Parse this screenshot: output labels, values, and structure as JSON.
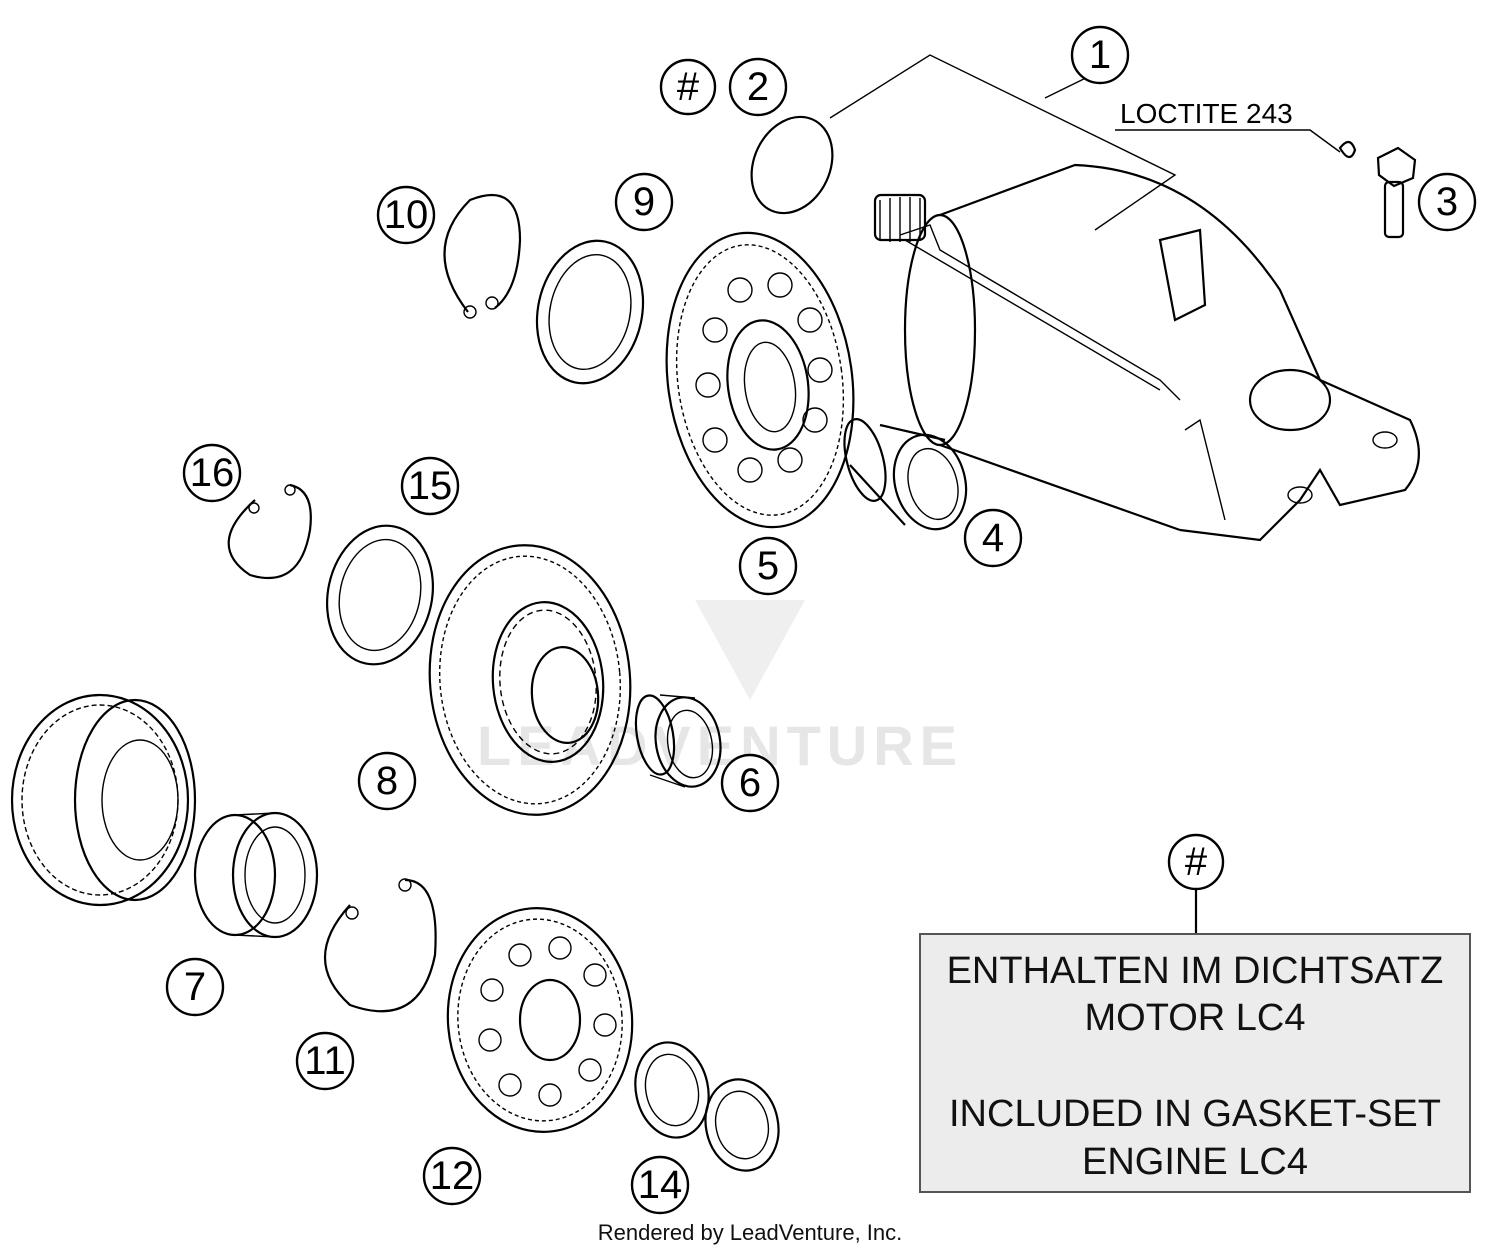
{
  "callouts": {
    "c1": "1",
    "c2": "2",
    "c3": "3",
    "c4": "4",
    "c5": "5",
    "c6": "6",
    "c7": "7",
    "c8": "8",
    "c9": "9",
    "c10": "10",
    "c11": "11",
    "c12": "12",
    "c14": "14",
    "c15": "15",
    "c16": "16",
    "hash_top": "#",
    "hash_note": "#"
  },
  "loctite_label": "LOCTITE 243",
  "note": {
    "line1": "ENTHALTEN IM DICHTSATZ",
    "line2": "MOTOR LC4",
    "line3": "INCLUDED IN GASKET-SET",
    "line4": "ENGINE LC4"
  },
  "watermark": "LEADVENTURE",
  "footer": "Rendered by LeadVenture, Inc.",
  "colors": {
    "note_box_fill": "#ececec",
    "note_box_border": "#555555",
    "line": "#000000",
    "watermark": "#e6e6e6"
  }
}
